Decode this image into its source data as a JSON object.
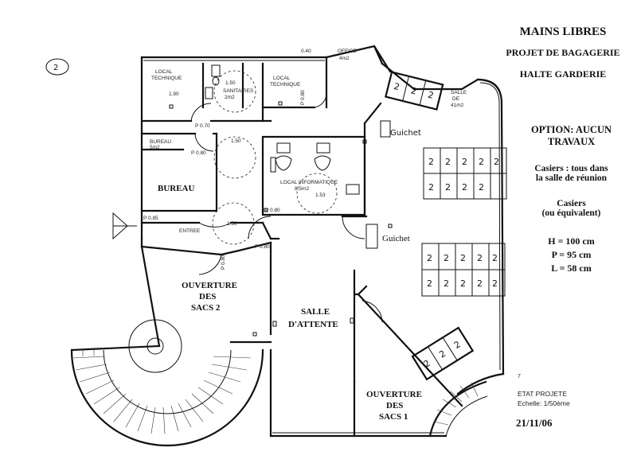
{
  "title": {
    "line1": "MAINS LIBRES",
    "line2": "PROJET DE BAGAGERIE",
    "line3": "HALTE GARDERIE"
  },
  "option": {
    "line1": "OPTION: AUCUN",
    "line2": "TRAVAUX"
  },
  "casiers_note": {
    "line1": "Casiers : tous dans",
    "line2": "la salle de réunion"
  },
  "casiers_equiv": {
    "line1": "Casiers",
    "line2": "(ou équivalent)"
  },
  "dimensions": {
    "h": "H = 100 cm",
    "p": "P = 95 cm",
    "l": "L = 58 cm"
  },
  "footer": {
    "state": "ETAT PROJETE",
    "scale": "Echelle: 1/50ème",
    "date": "21/11/06",
    "page_mark": "7"
  },
  "page_number": "2",
  "rooms": {
    "local_technique_1": [
      "LOCAL",
      "TECHNIQUE"
    ],
    "sanitaires": [
      "SANITAIRES",
      "2m2"
    ],
    "local_technique_2": [
      "LOCAL",
      "TECHNIQUE"
    ],
    "office": [
      "OFFICE",
      "4m2"
    ],
    "bureau_small": [
      "BUREAU",
      "5m2"
    ],
    "bureau": "BUREAU",
    "local_info": [
      "LOCAL INFORMATIQUE",
      "8.5m2"
    ],
    "entree": "ENTREE",
    "salle_attente": [
      "SALLE",
      "D'ATTENTE"
    ],
    "ouverture_2": [
      "OUVERTURE",
      "DES",
      "SACS 2"
    ],
    "ouverture_1": [
      "OUVERTURE",
      "DES",
      "SACS 1"
    ],
    "salle_reunion": [
      "SALLE",
      "DE",
      "41m2"
    ]
  },
  "dims": {
    "d040": "0.40",
    "d190": "1.90",
    "d150a": "1.50",
    "d150b": "1.50",
    "d150c": "1.50",
    "d153": "1.53",
    "p070": "P 0.70",
    "p080a": "P 0.80",
    "p080b": "P 0.80",
    "p080c": "P 0.80",
    "p080d": "P 0.80",
    "p080e": "P 0.80",
    "p085": "P 0.85"
  },
  "guichets": {
    "g1": "Guichet",
    "g2": "Guichet"
  },
  "lockers": {
    "top_group": [
      "2",
      "2",
      "2"
    ],
    "upper_row1": [
      "2",
      "2",
      "2",
      "2",
      "2"
    ],
    "upper_row2": [
      "2",
      "2",
      "2",
      "2"
    ],
    "middle_row1": [
      "2",
      "2",
      "2",
      "2",
      "2"
    ],
    "middle_row2": [
      "2",
      "2",
      "2",
      "2",
      "2"
    ],
    "diagonal": [
      "2",
      "2",
      "2"
    ]
  }
}
